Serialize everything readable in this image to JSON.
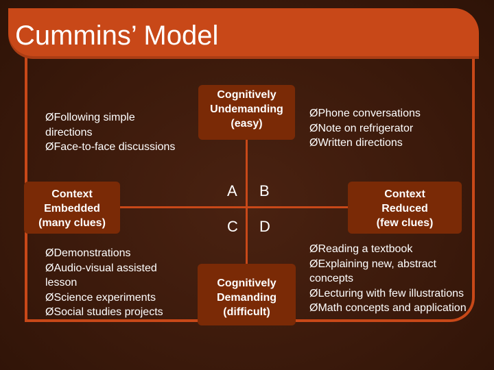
{
  "title": "Cummins’ Model",
  "top_center": [
    "Cognitively",
    "Undemanding",
    "(easy)"
  ],
  "bottom_center": [
    "Cognitively",
    "Demanding",
    "(difficult)"
  ],
  "left_box": [
    "Context",
    "Embedded",
    "(many clues)"
  ],
  "right_box": [
    "Context",
    "Reduced",
    "(few clues)"
  ],
  "quadrants": {
    "a": "A",
    "b": "B",
    "c": "C",
    "d": "D"
  },
  "bullet_glyph": "Ø",
  "top_left_list": [
    "ØFollowing simple",
    "directions",
    "ØFace-to-face discussions"
  ],
  "top_right_list": [
    "ØPhone conversations",
    "ØNote on refrigerator",
    "ØWritten directions"
  ],
  "bottom_left_list": [
    "ØDemonstrations",
    "ØAudio-visual assisted",
    "lesson",
    "ØScience experiments",
    "ØSocial studies projects"
  ],
  "bottom_right_list": [
    "ØReading a textbook",
    "ØExplaining new, abstract",
    "concepts",
    "ØLecturing with few illustrations",
    "ØMath concepts and application"
  ],
  "colors": {
    "accent": "#c84818",
    "box": "#7a2a06",
    "background": "#3b1a0c"
  }
}
